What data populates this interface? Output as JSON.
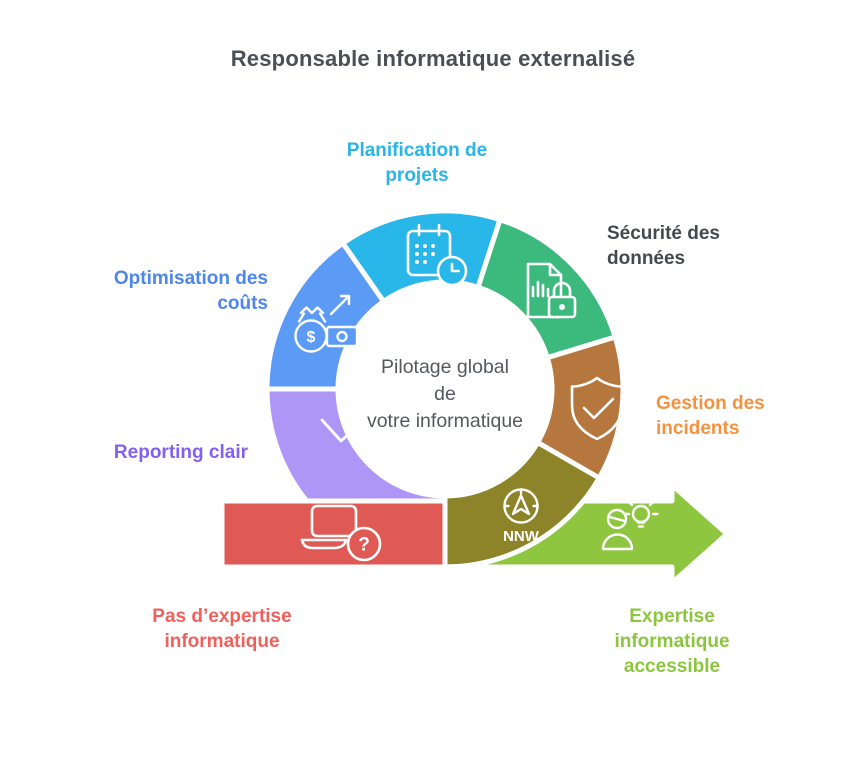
{
  "title": "Responsable informatique externalisé",
  "diagram": {
    "center": {
      "text": "Pilotage global\nde\nvotre informatique"
    },
    "segments": [
      {
        "name": "planification-de-projets",
        "label": "Planification de\nprojets",
        "segment_color": "#29b6e8",
        "label_color": "#29b5e8",
        "icon": "calendar-clock-icon"
      },
      {
        "name": "securite-des-donnees",
        "label": "Sécurité des\ndonnées",
        "segment_color": "#3cba7e",
        "label_color": "#45494e",
        "icon": "document-lock-icon"
      },
      {
        "name": "gestion-des-incidents",
        "label": "Gestion des\nincidents",
        "segment_color": "#b5773d",
        "label_color": "#f6923d",
        "icon": "shield-check-icon"
      },
      {
        "name": "cap-direction",
        "label": "",
        "compass_text": "NNW",
        "segment_color": "#8d8429",
        "icon": "compass-icon"
      },
      {
        "name": "pas-d-expertise-informatique",
        "label": "Pas d’expertise\ninformatique",
        "segment_color": "#e05a55",
        "label_color": "#f2605d",
        "icon": "laptop-question-icon",
        "question_glyph": "?"
      },
      {
        "name": "expertise-informatique-accessible",
        "label": "Expertise\ninformatique\naccessible",
        "segment_color": "#8ec63f",
        "label_color": "#8cc63f",
        "icon": "person-lightbulb-icon"
      },
      {
        "name": "reporting-clair",
        "label": "Reporting clair",
        "segment_color": "#ae96f7",
        "label_color": "#8161f2",
        "icon": "trend-down-icon"
      },
      {
        "name": "optimisation-des-couts",
        "label": "Optimisation des\ncoûts",
        "segment_color": "#5b9af5",
        "label_color": "#4d86ec",
        "icon": "money-growth-icon",
        "dollar_glyph": "$"
      }
    ]
  }
}
